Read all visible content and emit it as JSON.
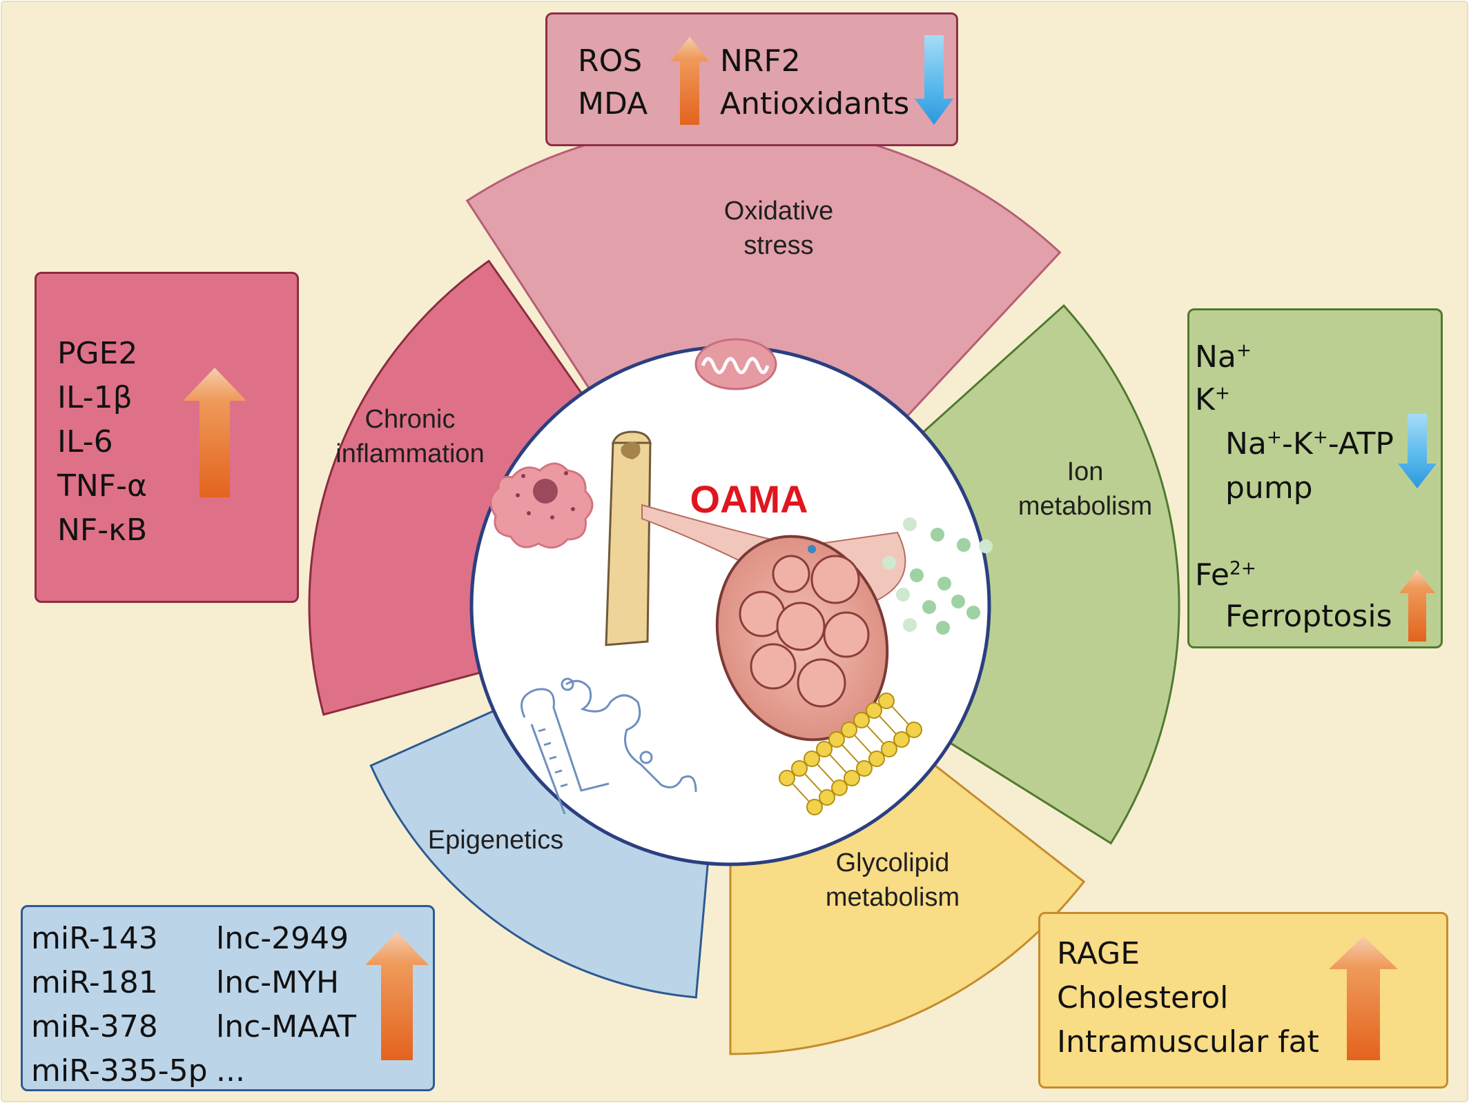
{
  "center": {
    "title": "OAMA"
  },
  "segments": {
    "oxidative": {
      "lines": [
        "Oxidative",
        "stress"
      ]
    },
    "inflammation": {
      "lines": [
        "Chronic",
        "inflammation"
      ]
    },
    "ion": {
      "lines": [
        "Ion",
        "metabolism"
      ]
    },
    "glycolipid": {
      "lines": [
        "Glycolipid",
        "metabolism"
      ]
    },
    "epigenetics": {
      "lines": [
        "Epigenetics"
      ]
    }
  },
  "boxes": {
    "oxidative": {
      "up_items": [
        "ROS",
        "MDA"
      ],
      "down_items": [
        "NRF2",
        "Antioxidants"
      ]
    },
    "inflammation": {
      "items": [
        "PGE2",
        "IL-1β",
        "IL-6",
        "TNF-α",
        "NF-κB"
      ]
    },
    "ion": {
      "na": "Na",
      "na_sup": "+",
      "k": "K",
      "k_sup": "+",
      "pump_na": "Na",
      "pump_na_sup": "+",
      "pump_k": "-K",
      "pump_k_sup": "+",
      "pump_atp": "-ATP",
      "pump_line2": "pump",
      "fe": "Fe",
      "fe_sup": "2+",
      "ferroptosis": "Ferroptosis"
    },
    "glycolipid": {
      "items": [
        "RAGE",
        "Cholesterol",
        "Intramuscular fat"
      ]
    },
    "epigenetics": {
      "mirna": [
        "miR-143",
        "miR-181",
        "miR-378",
        "miR-335-5p"
      ],
      "lncrna": [
        "lnc-2949",
        "lnc-MYH",
        "lnc-MAAT",
        "..."
      ]
    }
  },
  "colors": {
    "background": "#f7eed2",
    "oxidative": "#e2a0ab",
    "inflammation": "#de7188",
    "ion": "#bccf92",
    "glycolipid": "#f8dc86",
    "epigenetics": "#bcd4e8",
    "center_title": "#e0161f",
    "arrow_up": "#e8742a",
    "arrow_down": "#3aa6e2"
  },
  "icons": [
    "mitochondrion-icon",
    "macrophage-cell-icon",
    "bone-muscle-icon",
    "ion-particles-icon",
    "lipid-bilayer-icon",
    "rna-strand-icon"
  ]
}
